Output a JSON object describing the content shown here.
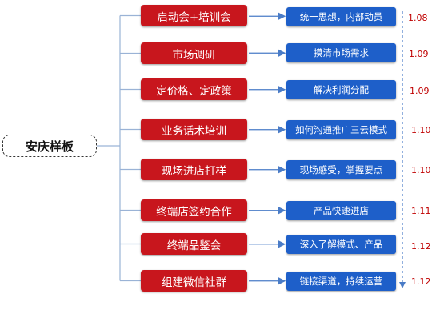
{
  "root": {
    "label": "安庆样板"
  },
  "steps": [
    {
      "label": "启动会+培训会",
      "goal": "统一思想，内部动员",
      "date": "1.08"
    },
    {
      "label": "市场调研",
      "goal": "摸清市场需求",
      "date": "1.09"
    },
    {
      "label": "定价格、定政策",
      "goal": "解决利润分配",
      "date": "1.09"
    },
    {
      "label": "业务话术培训",
      "goal": "如何沟通推广三云模式",
      "date": "1.10"
    },
    {
      "label": "现场进店打样",
      "goal": "现场感受，掌握要点",
      "date": "1.10"
    },
    {
      "label": "终端店签约合作",
      "goal": "产品快速进店",
      "date": "1.11"
    },
    {
      "label": "终端品鉴会",
      "goal": "深入了解模式、产品",
      "date": "1.12"
    },
    {
      "label": "组建微信社群",
      "goal": "链接渠道，持续运营",
      "date": "1.12"
    }
  ],
  "colors": {
    "step": "#c8161d",
    "goal": "#1e5fc9",
    "date": "#c00000",
    "connector": "#9ab3d6",
    "arrow": "#4a7cc7"
  }
}
